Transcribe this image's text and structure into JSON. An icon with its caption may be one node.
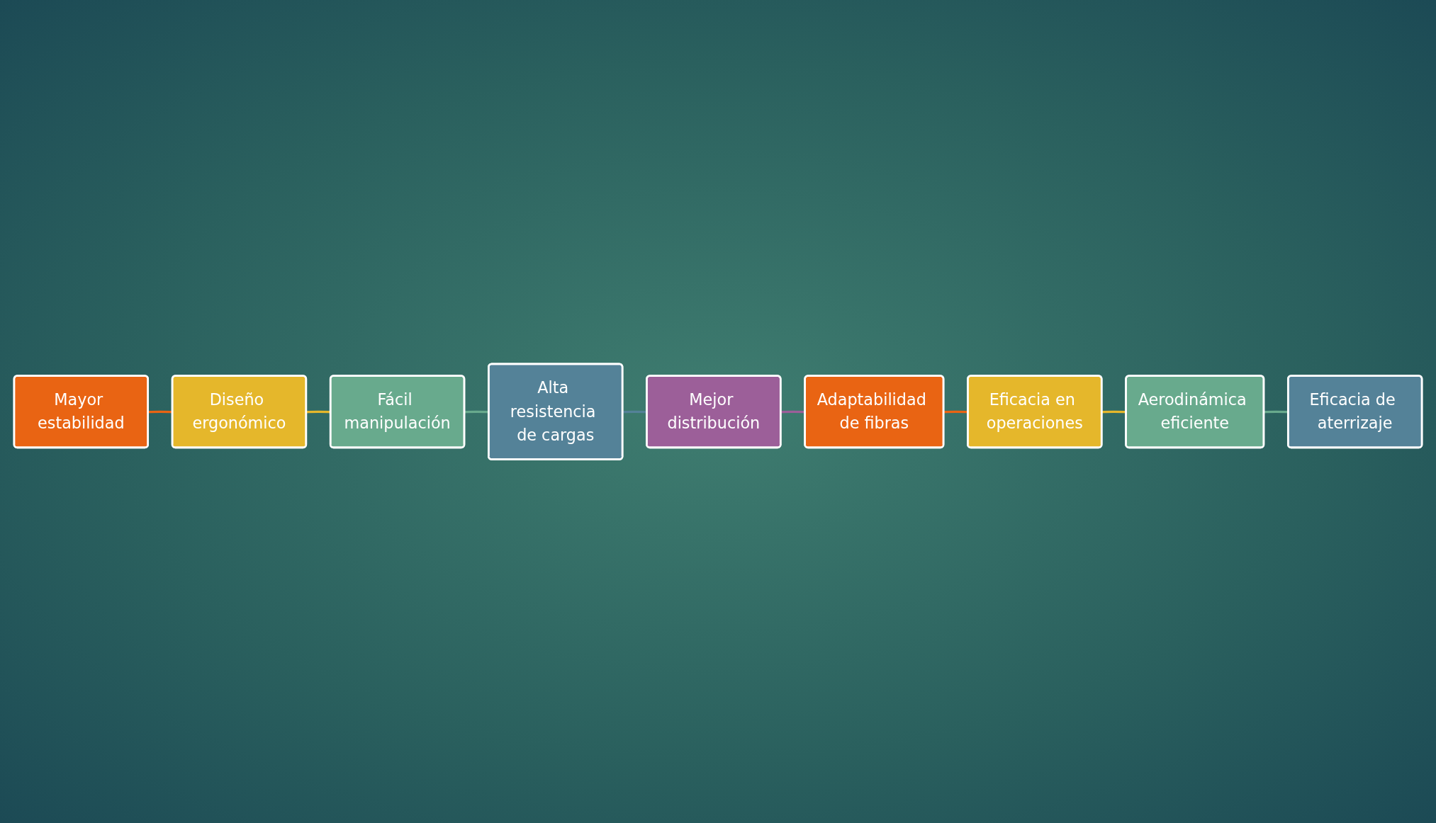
{
  "diagram": {
    "nodes": [
      {
        "text": [
          "Mayor estabilidad"
        ]
      },
      {
        "text": [
          "Diseño ergonómico"
        ]
      },
      {
        "text": [
          "Fácil manipulación"
        ]
      },
      {
        "text": [
          "Alta resistencia de cargas"
        ]
      },
      {
        "text": [
          "Mejor distribución"
        ]
      },
      {
        "text": [
          "Adaptabilidad de fibras"
        ]
      },
      {
        "text": [
          "Eficacia en operaciones"
        ]
      },
      {
        "text": [
          "Aerodinámica eficiente"
        ]
      },
      {
        "text": [
          "Eficacia de aterrizaje"
        ]
      }
    ],
    "edges": [
      {
        "from": 0,
        "to": 1,
        "arrow": "none",
        "color": "#e96413"
      },
      {
        "from": 1,
        "to": 2,
        "arrow": "none",
        "color": "#e5b72b"
      },
      {
        "from": 2,
        "to": 3,
        "arrow": "none",
        "color": "#68aa8d"
      },
      {
        "from": 3,
        "to": 4,
        "arrow": "none",
        "color": "#548298"
      },
      {
        "from": 4,
        "to": 5,
        "arrow": "none",
        "color": "#9c5f99"
      },
      {
        "from": 5,
        "to": 6,
        "arrow": "none",
        "color": "#e96413"
      },
      {
        "from": 6,
        "to": 7,
        "arrow": "none",
        "color": "#e5b72b"
      },
      {
        "from": 7,
        "to": 8,
        "arrow": "none",
        "color": "#68aa8d"
      }
    ]
  }
}
